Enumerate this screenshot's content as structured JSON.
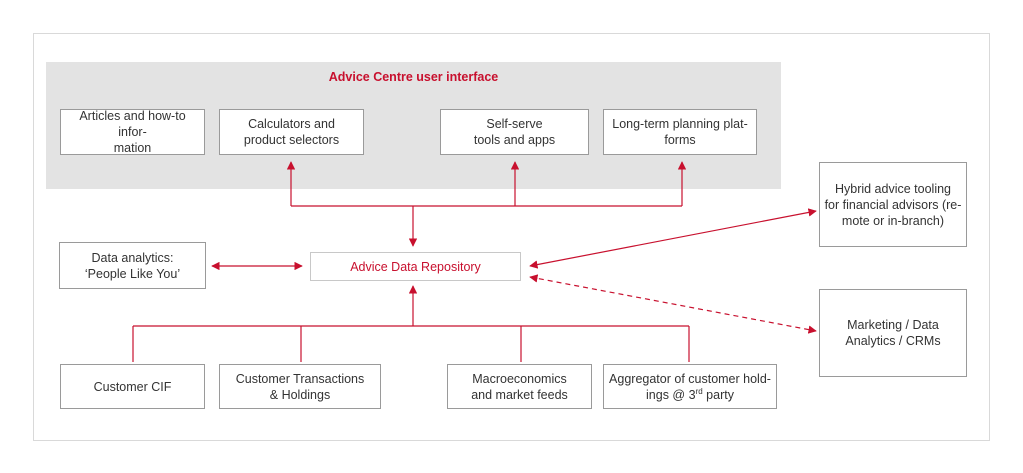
{
  "colors": {
    "accent": "#c8102e",
    "border": "#9a9a9a",
    "panel": "#e3e3e3"
  },
  "ui_panel": {
    "title": "Advice Centre user interface"
  },
  "top_boxes": {
    "articles": "Articles and how-to infor-\nmation",
    "calculators": "Calculators and\nproduct selectors",
    "self_serve": "Self-serve\ntools and apps",
    "long_term": "Long-term planning plat-\nforms"
  },
  "repository": "Advice Data Repository",
  "data_analytics": "Data analytics:\n‘People Like You’",
  "hybrid": "Hybrid advice tooling\nfor financial advisors (re-\nmote or in-branch)",
  "marketing": "Marketing / Data\nAnalytics / CRMs",
  "bottom_boxes": {
    "customer_cif": "Customer CIF",
    "transactions": "Customer Transactions\n& Holdings",
    "macro": "Macroeconomics\nand market feeds",
    "aggregator_prefix": "Aggregator of customer hold-\nings @ 3",
    "aggregator_sup": "rd",
    "aggregator_suffix": " party"
  }
}
